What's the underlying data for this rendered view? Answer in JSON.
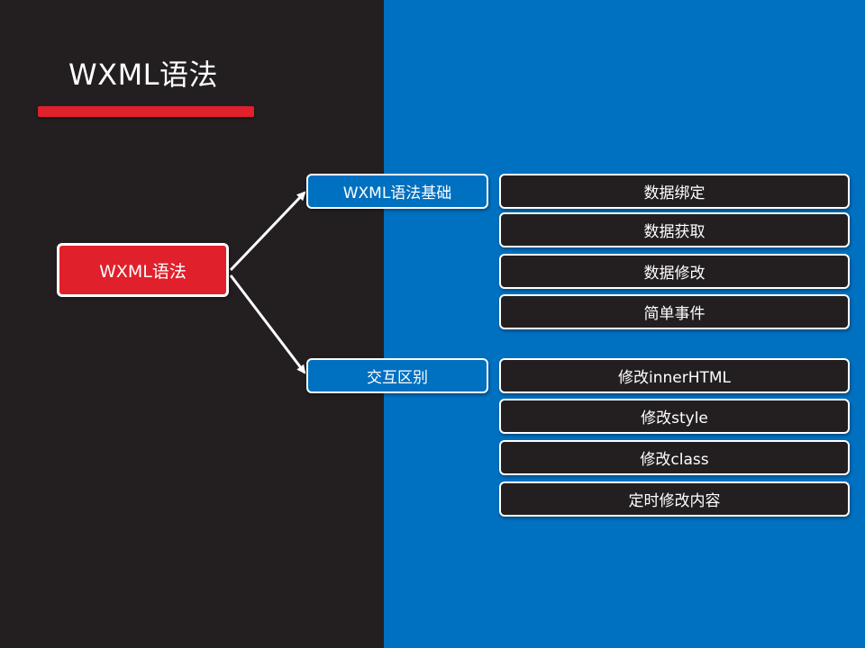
{
  "slide": {
    "title": "WXML语法"
  },
  "diagram": {
    "root": "WXML语法",
    "branches": [
      {
        "label": "WXML语法基础",
        "items": [
          "数据绑定",
          "数据获取",
          "数据修改",
          "简单事件"
        ]
      },
      {
        "label": "交互区别",
        "items": [
          "修改innerHTML",
          "修改style",
          "修改class",
          "定时修改内容"
        ]
      }
    ]
  },
  "colors": {
    "left_background": "#231f20",
    "right_background": "#0070c0",
    "accent_red": "#e0202b",
    "border": "#ffffff"
  }
}
